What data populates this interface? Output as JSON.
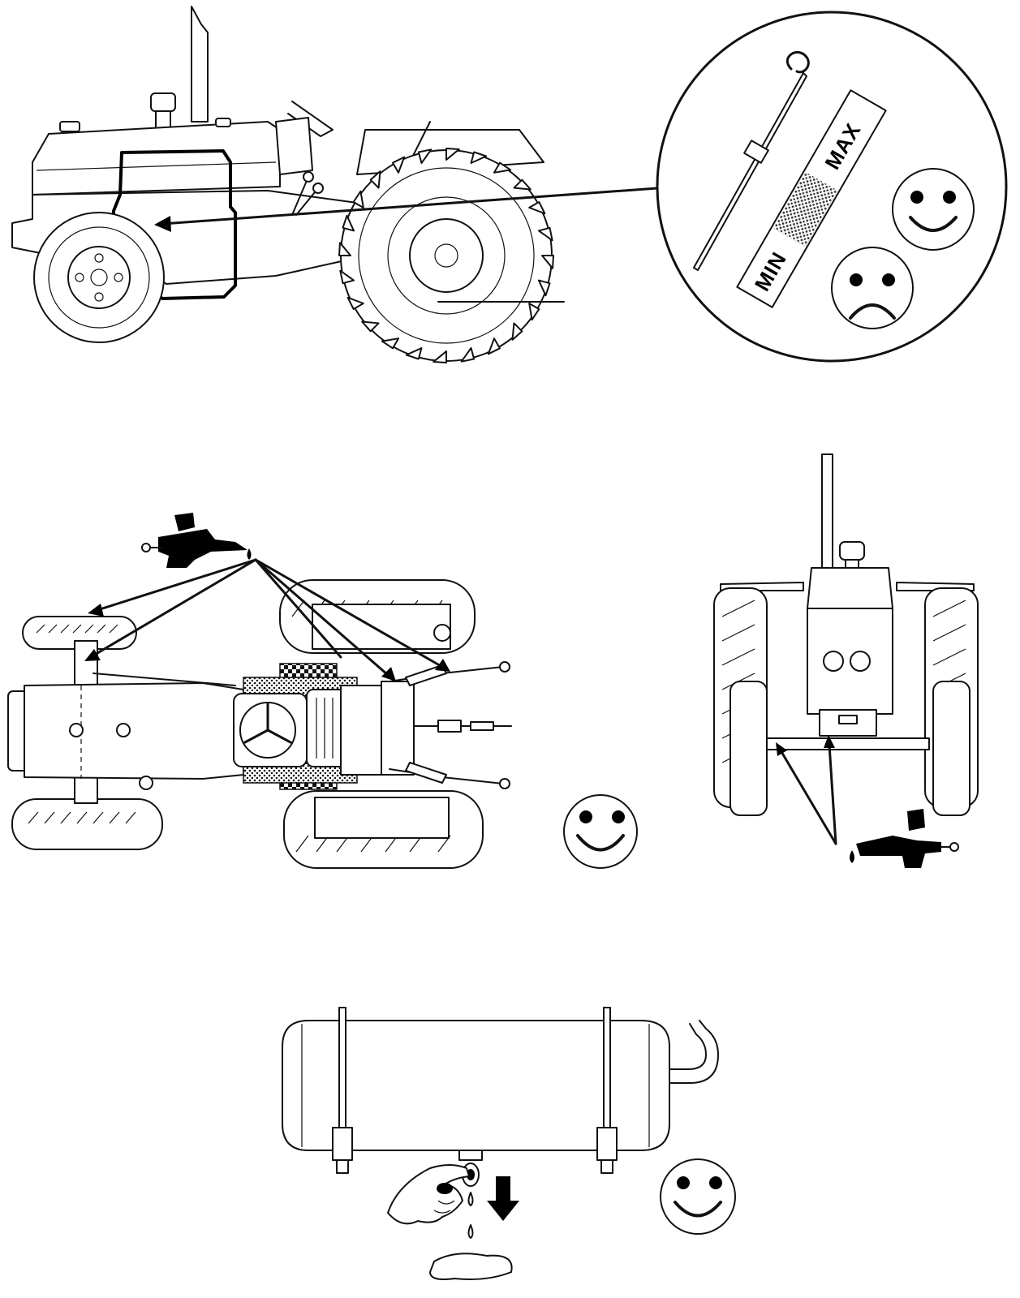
{
  "dipstick": {
    "min_label": "MIN",
    "max_label": "MAX"
  },
  "faces": {
    "good": "happy-face",
    "bad": "sad-face"
  },
  "icons": [
    "grease-gun-icon",
    "oil-drop-icon",
    "drain-arrow-icon"
  ],
  "colors": {
    "line": "#111111",
    "background": "#ffffff"
  }
}
